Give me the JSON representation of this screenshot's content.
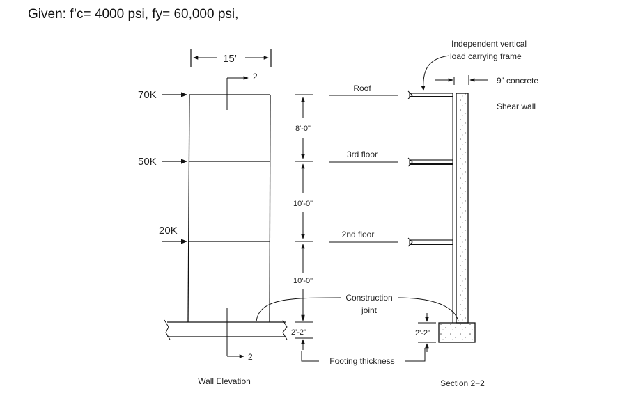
{
  "given": "Given: f’c= 4000 psi, fy= 60,000 psi,",
  "elevation": {
    "width_label": "15’",
    "section_mark": "2",
    "section_mark_bottom": "2",
    "loads": [
      "70K",
      "50K",
      "20K"
    ],
    "caption": "Wall Elevation"
  },
  "dimensions": {
    "d1": "8'-0\"",
    "d2": "10'-0\"",
    "d3": "10'-0\"",
    "footing": "2'-2\"",
    "footing_section": "2'-2\""
  },
  "levels": [
    "Roof",
    "3rd floor",
    "2nd floor"
  ],
  "notes": {
    "frame_line1": "Independent vertical",
    "frame_line2": "load carrying frame",
    "concrete": "9” concrete",
    "shear_wall": "Shear wall",
    "construction_line1": "Construction",
    "construction_line2": "joint",
    "footing_thickness": "Footing thickness"
  },
  "section": {
    "caption": "Section 2−2"
  }
}
